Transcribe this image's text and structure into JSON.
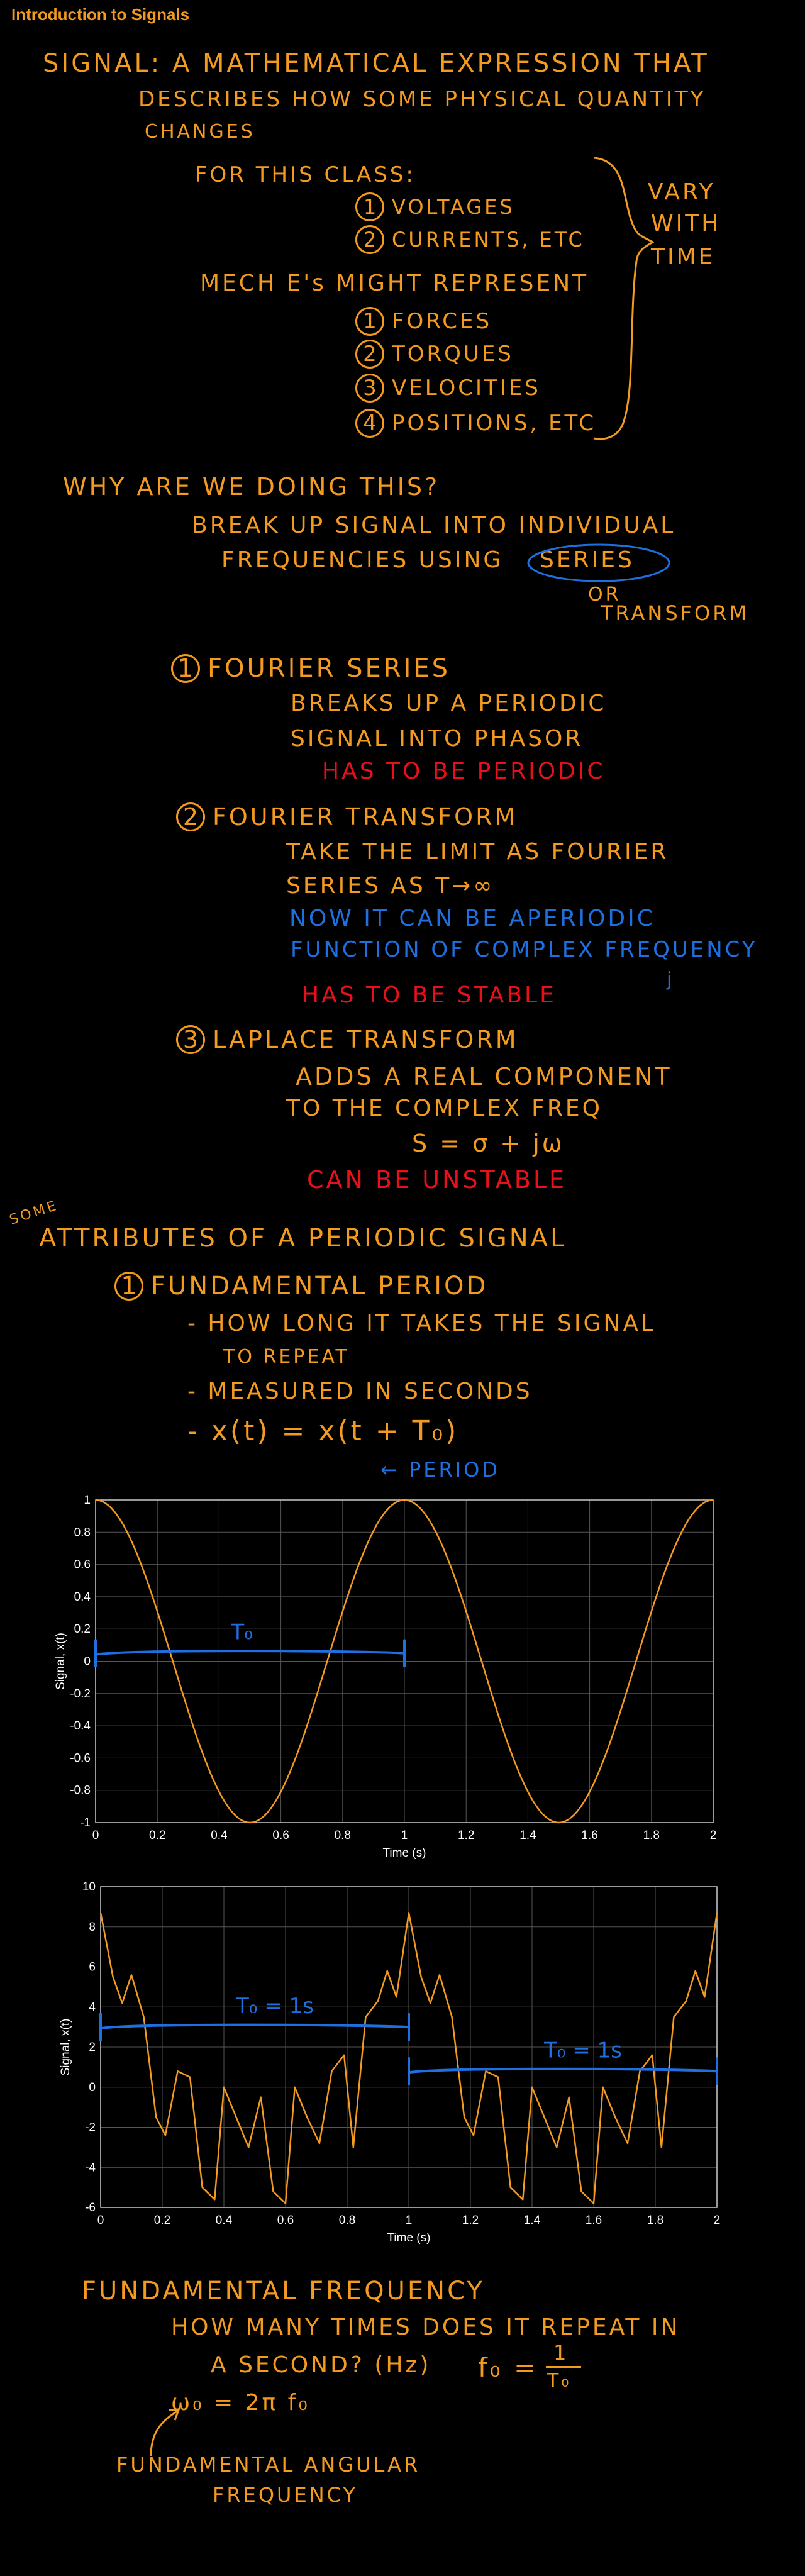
{
  "title": "Introduction to Signals",
  "notes": {
    "signal_def_1": "SIGNAL: A MATHEMATICAL EXPRESSION THAT",
    "signal_def_2": "DESCRIBES HOW SOME PHYSICAL QUANTITY",
    "signal_def_3": "CHANGES",
    "for_this_class": "FOR THIS CLASS:",
    "class_1": "VOLTAGES",
    "class_2": "CURRENTS, ETC",
    "vary_1": "VARY",
    "vary_2": "WITH",
    "vary_3": "TIME",
    "meches": "MECH E's MIGHT REPRESENT",
    "mech_1": "FORCES",
    "mech_2": "TORQUES",
    "mech_3": "VELOCITIES",
    "mech_4": "POSITIONS, ETC",
    "why": "WHY ARE WE DOING THIS?",
    "breakup_1": "BREAK UP SIGNAL INTO INDIVIDUAL",
    "breakup_2": "FREQUENCIES USING",
    "series_word": "SERIES",
    "or_word": "OR",
    "transform_word": "TRANSFORM",
    "fs_title": "FOURIER SERIES",
    "fs_1": "BREAKS UP A PERIODIC",
    "fs_2": "SIGNAL INTO PHASOR",
    "fs_red": "HAS TO BE PERIODIC",
    "ft_title": "FOURIER TRANSFORM",
    "ft_1": "TAKE THE LIMIT AS FOURIER",
    "ft_2": "SERIES AS T→∞",
    "ft_blue_1": "NOW IT CAN BE APERIODIC",
    "ft_blue_2": "FUNCTION OF COMPLEX FREQUENCY",
    "ft_j": "j",
    "ft_red": "HAS TO BE STABLE",
    "lt_title": "LAPLACE TRANSFORM",
    "lt_1": "ADDS A REAL COMPONENT",
    "lt_2": "TO THE COMPLEX FREQ",
    "lt_eq": "S = σ + jω",
    "lt_red": "CAN BE UNSTABLE",
    "some": "SOME",
    "attributes": "ATTRIBUTES OF A PERIODIC SIGNAL",
    "fp_title": "FUNDAMENTAL PERIOD",
    "fp_1": "- HOW LONG IT TAKES THE SIGNAL",
    "fp_2": "TO REPEAT",
    "fp_3": "- MEASURED IN SECONDS",
    "fp_4": "- x(t) = x(t + T₀)",
    "period_arrow": "← PERIOD",
    "ff_title": "FUNDAMENTAL FREQUENCY",
    "ff_1": "HOW MANY TIMES DOES IT REPEAT IN",
    "ff_2": "A SECOND? (Hz)",
    "ff_eq_lhs": "f₀ =",
    "ff_num": "1",
    "ff_den": "T₀",
    "omega_eq": "ω₀ = 2π f₀",
    "fa_1": "FUNDAMENTAL ANGULAR",
    "fa_2": "FREQUENCY",
    "num_1": "1",
    "num_2": "2",
    "num_3": "3",
    "num_4": "4"
  },
  "chart_data": [
    {
      "type": "line",
      "xlabel": "Time (s)",
      "ylabel": "Signal, x(t)",
      "xlim": [
        0,
        2
      ],
      "ylim": [
        -1,
        1
      ],
      "xticks": [
        "0",
        "0.2",
        "0.4",
        "0.6",
        "0.8",
        "1",
        "1.2",
        "1.4",
        "1.6",
        "1.8",
        "2"
      ],
      "yticks": [
        "1",
        "0.8",
        "0.6",
        "0.4",
        "0.2",
        "0",
        "-0.2",
        "-0.4",
        "-0.6",
        "-0.8",
        "-1"
      ],
      "grid": true,
      "series": [
        {
          "x": [
            0,
            0.1,
            0.2,
            0.3,
            0.4,
            0.5,
            0.6,
            0.7,
            0.8,
            0.9,
            1.0,
            1.1,
            1.2,
            1.3,
            1.4,
            1.5,
            1.6,
            1.7,
            1.8,
            1.9,
            2.0
          ],
          "y": [
            1,
            0.81,
            0.31,
            -0.31,
            -0.81,
            -1,
            -0.81,
            -0.31,
            0.31,
            0.81,
            1,
            0.81,
            0.31,
            -0.31,
            -0.81,
            -1,
            -0.81,
            -0.31,
            0.31,
            0.81,
            1
          ],
          "color": "#f39a21"
        }
      ],
      "annotation": {
        "text": "T₀",
        "x_start": 0,
        "x_end": 1,
        "y": 0.05,
        "color": "#1e6fe0"
      }
    },
    {
      "type": "line",
      "xlabel": "Time (s)",
      "ylabel": "Signal, x(t)",
      "xlim": [
        0,
        2
      ],
      "ylim": [
        -6,
        10
      ],
      "xticks": [
        "0",
        "0.2",
        "0.4",
        "0.6",
        "0.8",
        "1",
        "1.2",
        "1.4",
        "1.6",
        "1.8",
        "2"
      ],
      "yticks": [
        "10",
        "8",
        "6",
        "4",
        "2",
        "0",
        "-2",
        "-4",
        "-6"
      ],
      "grid": true,
      "series": [
        {
          "x": [
            0,
            0.04,
            0.07,
            0.1,
            0.14,
            0.18,
            0.21,
            0.25,
            0.29,
            0.33,
            0.37,
            0.4,
            0.44,
            0.48,
            0.52,
            0.56,
            0.6,
            0.63,
            0.67,
            0.71,
            0.75,
            0.79,
            0.82,
            0.86,
            0.9,
            0.93,
            0.96,
            1.0,
            1.04,
            1.07,
            1.1,
            1.14,
            1.18,
            1.21,
            1.25,
            1.29,
            1.33,
            1.37,
            1.4,
            1.44,
            1.48,
            1.52,
            1.56,
            1.6,
            1.63,
            1.67,
            1.71,
            1.75,
            1.79,
            1.82,
            1.86,
            1.9,
            1.93,
            1.96,
            2.0
          ],
          "y": [
            8.7,
            5.5,
            4.2,
            5.6,
            3.5,
            -1.5,
            -2.4,
            0.8,
            0.5,
            -5.0,
            -5.6,
            0.0,
            -1.5,
            -3.0,
            -0.5,
            -5.2,
            -5.8,
            0.0,
            -1.5,
            -2.8,
            0.8,
            1.6,
            -3.0,
            3.5,
            4.3,
            5.8,
            4.5,
            8.7,
            5.5,
            4.2,
            5.6,
            3.5,
            -1.5,
            -2.4,
            0.8,
            0.5,
            -5.0,
            -5.6,
            0.0,
            -1.5,
            -3.0,
            -0.5,
            -5.2,
            -5.8,
            0.0,
            -1.5,
            -2.8,
            0.8,
            1.6,
            -3.0,
            3.5,
            4.3,
            5.8,
            4.5,
            8.7
          ],
          "color": "#f39a21"
        }
      ],
      "annotations": [
        {
          "text": "T₀ = 1s",
          "x_start": 0,
          "x_end": 1,
          "y": 3.0,
          "color": "#1e6fe0"
        },
        {
          "text": "T₀ = 1s",
          "x_start": 1,
          "x_end": 2,
          "y": 0.8,
          "color": "#1e6fe0"
        }
      ]
    }
  ]
}
